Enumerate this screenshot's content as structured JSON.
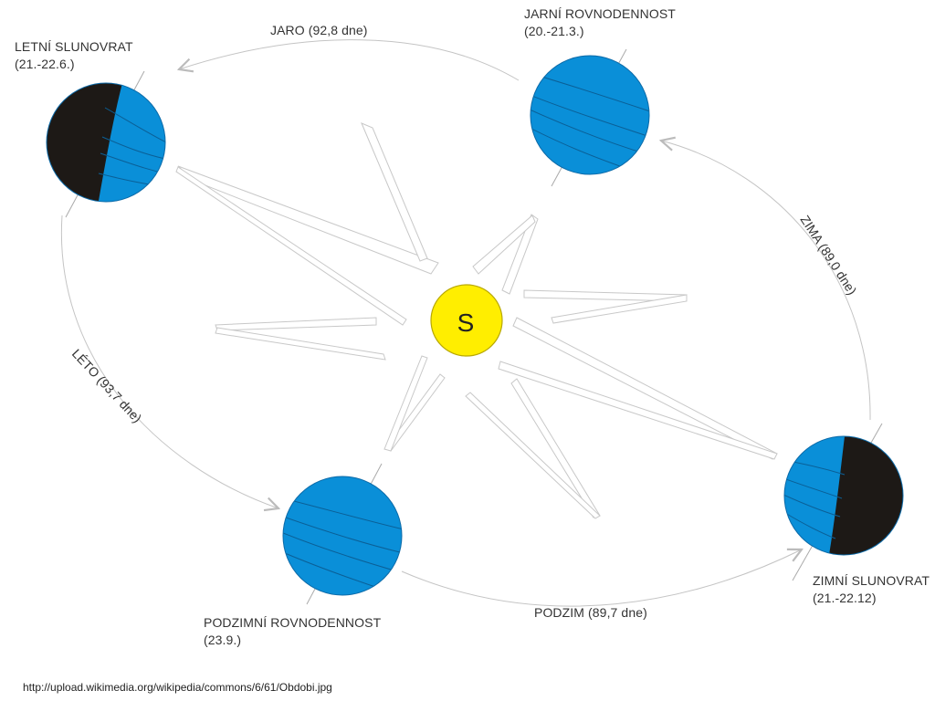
{
  "sun": {
    "label": "S",
    "color": "#ffee00"
  },
  "earth": {
    "water_color": "#0a8fd8",
    "night_color": "#1d1916"
  },
  "stations": {
    "summer_solstice": {
      "name": "LETNÍ SLUNOVRAT",
      "date": "(21.-22.6.)"
    },
    "spring_equinox": {
      "name": "JARNÍ ROVNODENNOST",
      "date": "(20.-21.3.)"
    },
    "autumn_equinox": {
      "name": "PODZIMNÍ ROVNODENNOST",
      "date": "(23.9.)"
    },
    "winter_solstice": {
      "name": "ZIMNÍ SLUNOVRAT",
      "date": "(21.-22.12)"
    }
  },
  "seasons": {
    "spring": "JARO (92,8 dne)",
    "summer": "LÉTO (93,7 dne)",
    "autumn": "PODZIM (89,7 dne)",
    "winter": "ZIMA (89,0 dne)"
  },
  "source_url": "http://upload.wikimedia.org/wikipedia/commons/6/61/Obdobi.jpg"
}
